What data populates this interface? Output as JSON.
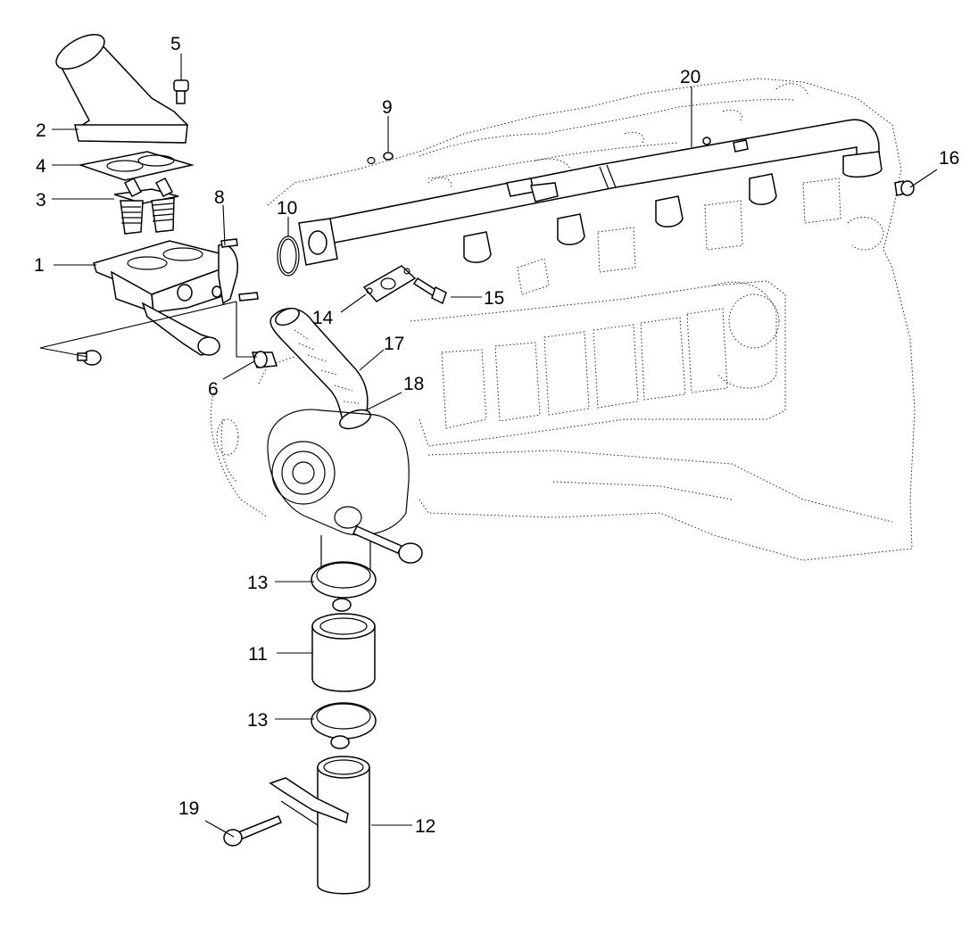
{
  "callouts": [
    {
      "id": "1",
      "label": "1"
    },
    {
      "id": "2",
      "label": "2"
    },
    {
      "id": "3",
      "label": "3"
    },
    {
      "id": "4",
      "label": "4"
    },
    {
      "id": "5",
      "label": "5"
    },
    {
      "id": "6",
      "label": "6"
    },
    {
      "id": "8",
      "label": "8"
    },
    {
      "id": "9",
      "label": "9"
    },
    {
      "id": "10",
      "label": "10"
    },
    {
      "id": "11",
      "label": "11"
    },
    {
      "id": "12",
      "label": "12"
    },
    {
      "id": "13a",
      "label": "13"
    },
    {
      "id": "13b",
      "label": "13"
    },
    {
      "id": "14",
      "label": "14"
    },
    {
      "id": "15",
      "label": "15"
    },
    {
      "id": "16",
      "label": "16"
    },
    {
      "id": "17",
      "label": "17"
    },
    {
      "id": "18",
      "label": "18"
    },
    {
      "id": "19",
      "label": "19"
    },
    {
      "id": "20",
      "label": "20"
    }
  ]
}
